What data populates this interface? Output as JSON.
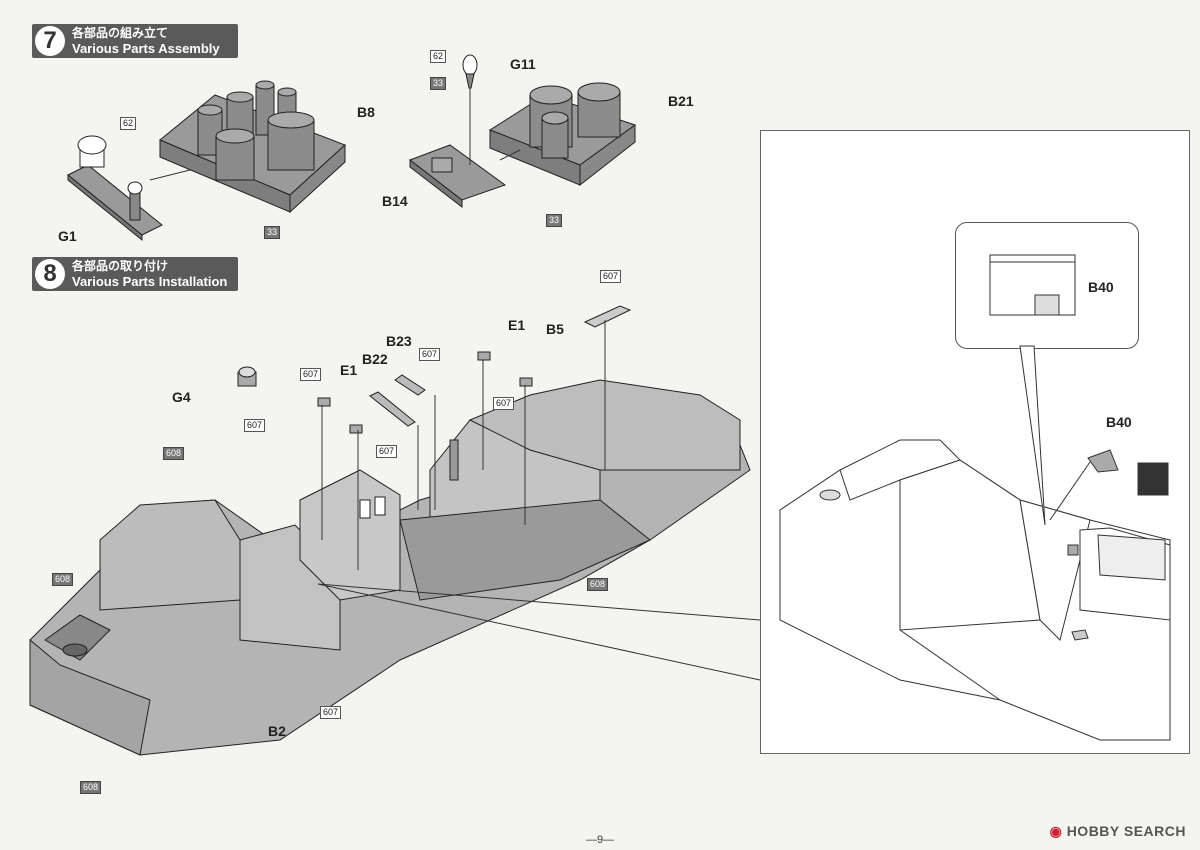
{
  "step7": {
    "number": "7",
    "title_jp": "各部品の組み立て",
    "title_en": "Various Parts Assembly"
  },
  "step8": {
    "number": "8",
    "title_jp": "各部品の取り付け",
    "title_en": "Various Parts Installation"
  },
  "parts": {
    "b8": "B8",
    "b21": "B21",
    "b14": "B14",
    "g11": "G11",
    "g1": "G1",
    "g4": "G4",
    "e1_a": "E1",
    "e1_b": "E1",
    "b22": "B22",
    "b23": "B23",
    "b5": "B5",
    "b2": "B2",
    "b40_a": "B40",
    "b40_b": "B40"
  },
  "paint": {
    "c62_a": "62",
    "c62_b": "62",
    "c33_a": "33",
    "c33_b": "33",
    "c33_c": "33",
    "c607_a": "607",
    "c607_b": "607",
    "c607_c": "607",
    "c607_d": "607",
    "c607_e": "607",
    "c607_f": "607",
    "c607_g": "607",
    "c608_a": "608",
    "c608_b": "608",
    "c608_c": "608",
    "c608_d": "608"
  },
  "page_number": "—9—",
  "watermark": "HOBBY SEARCH"
}
